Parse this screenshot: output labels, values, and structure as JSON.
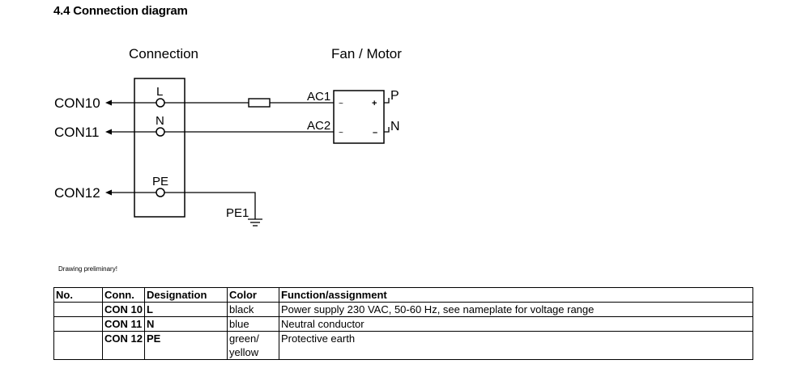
{
  "heading": "4.4 Connection diagram",
  "diagram": {
    "connection_title": "Connection",
    "fan_title": "Fan / Motor",
    "terminals": [
      {
        "output": "CON10",
        "label": "L"
      },
      {
        "output": "CON11",
        "label": "N"
      },
      {
        "output": "CON12",
        "label": "PE"
      }
    ],
    "ground_label": "PE1",
    "motor": {
      "input_1": "AC1",
      "input_2": "AC2",
      "output_1": "P",
      "output_2": "N",
      "symbol_tilde_1": "~",
      "symbol_tilde_2": "~",
      "symbol_plus": "+",
      "symbol_minus": "–"
    }
  },
  "note": "Drawing preliminary!",
  "table": {
    "headers": [
      "No.",
      "Conn.",
      "Designation",
      "Color",
      "Function/assignment"
    ],
    "rows": [
      {
        "no": "",
        "conn": "CON 10",
        "designation": "L",
        "color": "black",
        "function": "Power supply 230 VAC, 50-60 Hz, see nameplate for voltage range"
      },
      {
        "no": "",
        "conn": "CON 11",
        "designation": "N",
        "color": "blue",
        "function": "Neutral conductor"
      },
      {
        "no": "",
        "conn": "CON 12",
        "designation": "PE",
        "color_1": "green/",
        "color_2": "yellow",
        "function": "Protective earth"
      }
    ]
  }
}
